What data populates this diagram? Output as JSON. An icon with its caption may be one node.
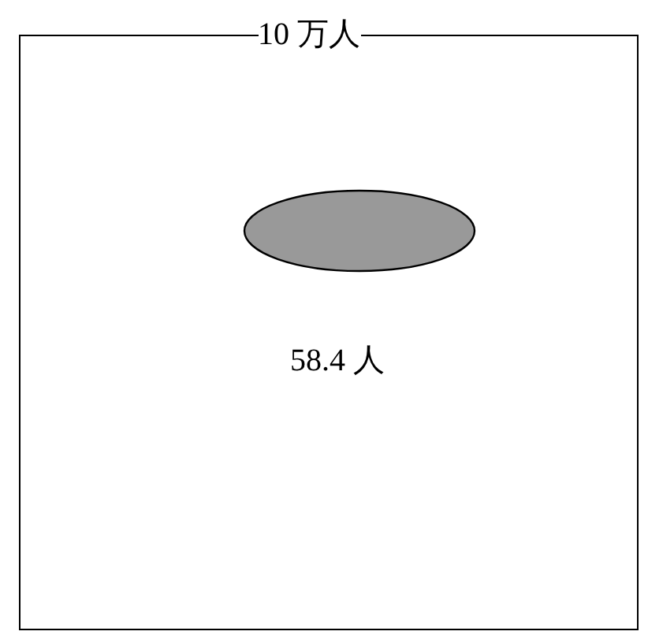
{
  "diagram": {
    "nodes": [
      {
        "text": [
          "10 万人",
          "58.4 人"
        ]
      },
      {
        "text": [],
        "shape": "ellipse",
        "in": 0
      }
    ]
  }
}
